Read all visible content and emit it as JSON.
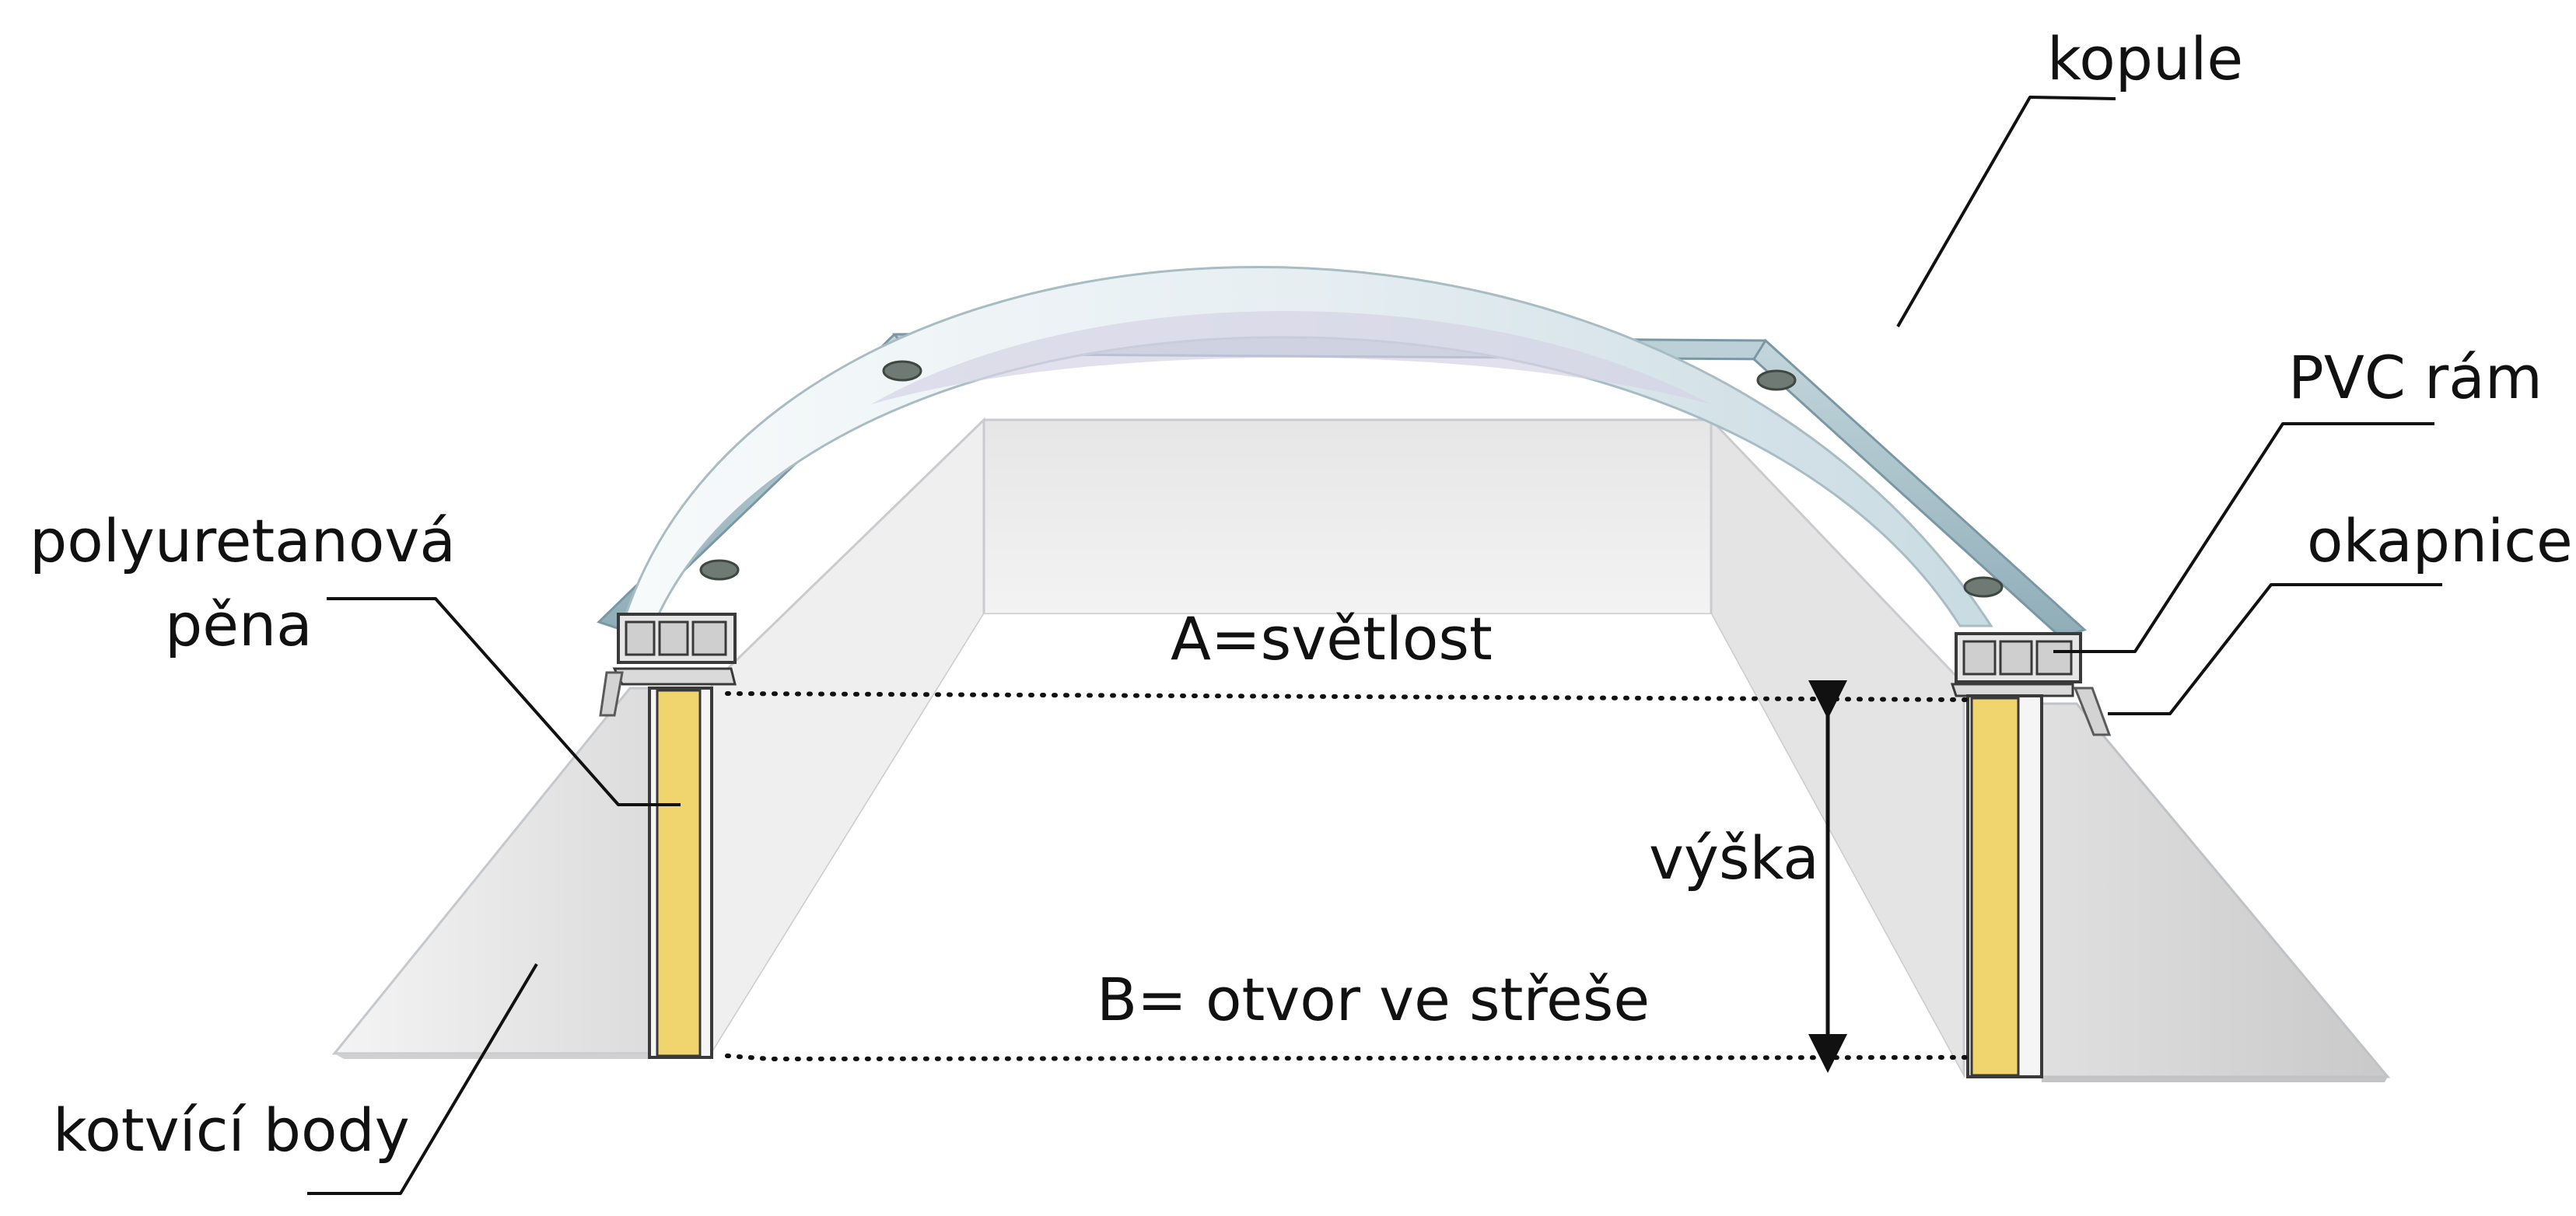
{
  "labels": {
    "dome": "kopule",
    "pvc_frame": "PVC rám",
    "drip_edge": "okapnice",
    "foam_line1": "polyuretanová",
    "foam_line2": "pěna",
    "clearance": "A=světlost",
    "height": "výška",
    "roof_opening": "B= otvor ve střeše",
    "anchor_points": "kotvící body"
  },
  "colors": {
    "foam": "#f0d46e",
    "dome": "#dbe7ee",
    "frame_flange": "#a9c3cc",
    "wall_light": "#efefef",
    "wall_shade": "#d9d9d9",
    "line": "#111111",
    "bolt": "#6f7a74"
  }
}
